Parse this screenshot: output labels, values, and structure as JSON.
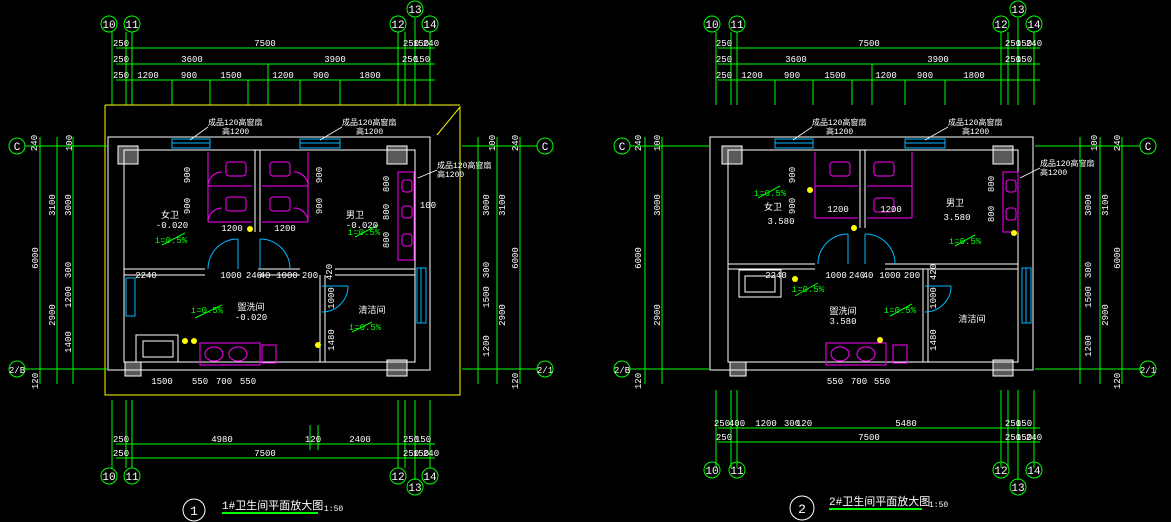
{
  "colors": {
    "background": "#000000",
    "dimension": "#00ff00",
    "wall": "#ffffff",
    "fixture": "#ff00ff",
    "window": "#00b8ff",
    "outline": "#ffff00",
    "accent": "#ffff00"
  },
  "plans": [
    {
      "id": "plan-1",
      "number": "1",
      "title": "1#卫生间平面放大图",
      "scale": "1:50",
      "top_axes": [
        "10",
        "11",
        "12",
        "13",
        "14"
      ],
      "bottom_axes": [
        "10",
        "11",
        "12",
        "13",
        "14"
      ],
      "top_dims": {
        "row1": [
          "250",
          "7500",
          "250",
          "150",
          "240"
        ],
        "row2": [
          "250",
          "3600",
          "3900",
          "250",
          "150"
        ],
        "row3": [
          "250",
          "1200",
          "900",
          "1500",
          "1200",
          "900",
          "1800"
        ]
      },
      "bottom_dims": {
        "row1": [
          "250",
          "4980",
          "120",
          "2400",
          "250",
          "150"
        ],
        "row2": [
          "250",
          "7500",
          "250",
          "150",
          "240"
        ]
      },
      "left_axes": [
        "C",
        "2/B"
      ],
      "right_axes": [
        "C",
        "2/1"
      ],
      "left_dims": [
        "240",
        "100",
        "3100",
        "3000",
        "6000",
        "300",
        "1200",
        "2900",
        "1400",
        "120"
      ],
      "right_dims": [
        "240",
        "100",
        "3000",
        "3100",
        "6000",
        "300",
        "1500",
        "2900",
        "1200",
        "120"
      ],
      "labels": {
        "window_top_left": "成品120高窗扇",
        "window_top_left_2": "高1200",
        "window_top_right": "成品120高窗扇",
        "window_top_right_2": "高1200",
        "window_right": "成品120高窗扇",
        "window_right_2": "高1200",
        "room_left": "女卫",
        "room_left_level": "-0.020",
        "room_right": "男卫",
        "room_right_level": "-0.020",
        "room_center": "盥洗间",
        "room_center_level": "-0.020",
        "room_right_lower": "清洁间",
        "slope1": "i=0.5%",
        "slope2": "i=0.5%",
        "slope3": "i=0.5%",
        "slope4": "i=0.5%",
        "d900a": "900",
        "d900b": "900",
        "d900c": "900",
        "d900d": "900",
        "d800a": "800",
        "d800b": "800",
        "d800c": "800",
        "d1200a": "1200",
        "d1200b": "1200",
        "d2240": "2240",
        "d1000a": "1000",
        "d240": "240",
        "d40": "40",
        "d1000b": "1000",
        "d200": "200",
        "d420": "420",
        "d1000c": "1000",
        "d1480": "1480",
        "d1500": "1500",
        "d550a": "550",
        "d700": "700",
        "d550b": "550",
        "d100": "100"
      }
    },
    {
      "id": "plan-2",
      "number": "2",
      "title": "2#卫生间平面放大图",
      "scale": "1:50",
      "top_axes": [
        "10",
        "11",
        "12",
        "13",
        "14"
      ],
      "bottom_axes": [
        "10",
        "11",
        "12",
        "13",
        "14"
      ],
      "top_dims": {
        "row1": [
          "250",
          "7500",
          "250",
          "150",
          "240"
        ],
        "row2": [
          "250",
          "3600",
          "3900",
          "250",
          "150"
        ],
        "row3": [
          "250",
          "1200",
          "900",
          "1500",
          "1200",
          "900",
          "1800"
        ]
      },
      "bottom_dims": {
        "row1": [
          "250",
          "400",
          "1200",
          "300",
          "120",
          "5480",
          "250",
          "150"
        ],
        "row2": [
          "250",
          "7500",
          "250",
          "150",
          "240"
        ]
      },
      "left_axes": [
        "C",
        "2/B"
      ],
      "right_axes": [
        "C",
        "2/1"
      ],
      "left_dims": [
        "240",
        "100",
        "3000",
        "6000",
        "2900",
        "120"
      ],
      "right_dims": [
        "240",
        "100",
        "3000",
        "3100",
        "6000",
        "300",
        "1500",
        "2900",
        "1200",
        "120"
      ],
      "labels": {
        "window_top_left": "成品120高窗扇",
        "window_top_left_2": "高1200",
        "window_top_right": "成品120高窗扇",
        "window_top_right_2": "高1200",
        "window_right": "成品120高窗扇",
        "window_right_2": "高1200",
        "room_left": "女卫",
        "room_left_level": "3.580",
        "room_right": "男卫",
        "room_right_level": "3.580",
        "room_center": "盥洗间",
        "room_center_level": "3.580",
        "room_right_lower": "清洁间",
        "slope1": "i=0.5%",
        "slope2": "i=0.5%",
        "slope3": "i=0.5%",
        "slope4": "i=0.5%",
        "d900a": "900",
        "d900b": "900",
        "d800a": "800",
        "d800b": "800",
        "d1200a": "1200",
        "d1200b": "1200",
        "d2240": "2240",
        "d1000a": "1000",
        "d240": "240",
        "d40": "40",
        "d1000b": "1000",
        "d200": "200",
        "d420": "420",
        "d1000c": "1000",
        "d1480": "1480",
        "d550a": "550",
        "d700": "700",
        "d550b": "550"
      }
    }
  ]
}
